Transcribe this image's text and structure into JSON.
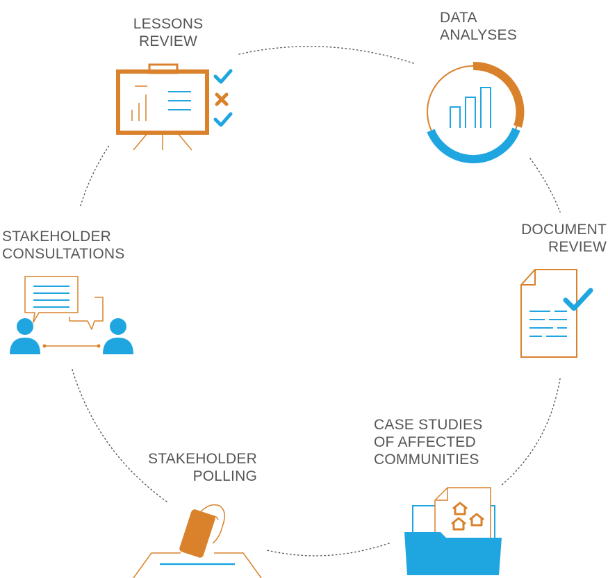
{
  "colors": {
    "orange": "#D9822B",
    "blue": "#1FA6E0",
    "text": "#555555",
    "dots": "#555555"
  },
  "steps": [
    {
      "id": "lessons-review",
      "icon": "presentation-board-icon",
      "lines": [
        "LESSONS",
        "REVIEW"
      ]
    },
    {
      "id": "data-analyses",
      "icon": "bar-chart-ring-icon",
      "lines": [
        "DATA",
        "ANALYSES"
      ]
    },
    {
      "id": "document-review",
      "icon": "document-check-icon",
      "lines": [
        "DOCUMENT",
        "REVIEW"
      ]
    },
    {
      "id": "case-studies",
      "icon": "folder-houses-icon",
      "lines": [
        "CASE STUDIES",
        "OF AFFECTED",
        "COMMUNITIES"
      ]
    },
    {
      "id": "stakeholder-polling",
      "icon": "ballot-box-icon",
      "lines": [
        "STAKEHOLDER",
        "POLLING"
      ]
    },
    {
      "id": "stakeholder-consultations",
      "icon": "people-conversation-icon",
      "lines": [
        "STAKEHOLDER",
        "CONSULTATIONS"
      ]
    }
  ]
}
